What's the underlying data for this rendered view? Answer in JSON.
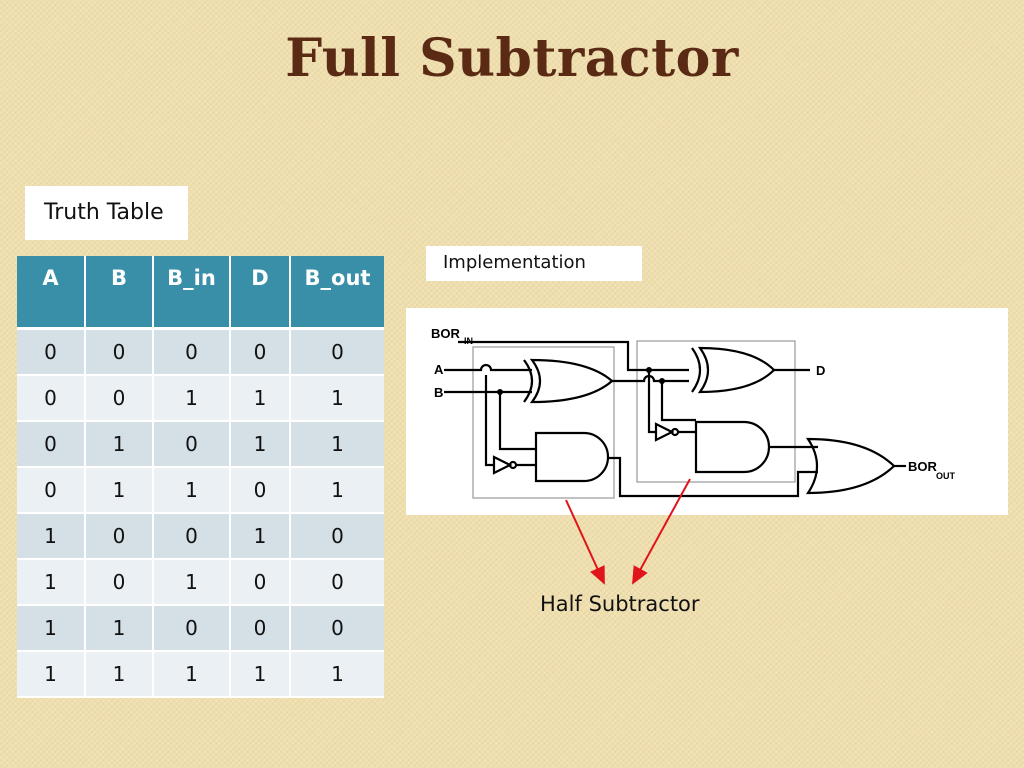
{
  "slide": {
    "title": "Full Subtractor",
    "truth_table_label": "Truth Table",
    "implementation_label": "Implementation",
    "half_subtractor_label": "Half Subtractor"
  },
  "truth_table": {
    "headers": [
      "A",
      "B",
      "B_in",
      "D",
      "B_out"
    ],
    "rows": [
      [
        "0",
        "0",
        "0",
        "0",
        "0"
      ],
      [
        "0",
        "0",
        "1",
        "1",
        "1"
      ],
      [
        "0",
        "1",
        "0",
        "1",
        "1"
      ],
      [
        "0",
        "1",
        "1",
        "0",
        "1"
      ],
      [
        "1",
        "0",
        "0",
        "1",
        "0"
      ],
      [
        "1",
        "0",
        "1",
        "0",
        "0"
      ],
      [
        "1",
        "1",
        "0",
        "0",
        "0"
      ],
      [
        "1",
        "1",
        "1",
        "1",
        "1"
      ]
    ]
  },
  "circuit": {
    "inputs": {
      "bor_in": "BOR",
      "bor_in_sub": "IN",
      "a": "A",
      "b": "B"
    },
    "outputs": {
      "d": "D",
      "bor_out": "BOR",
      "bor_out_sub": "OUT"
    }
  },
  "colors": {
    "title": "#5a2a14",
    "table_header": "#3a8fa8",
    "row_odd": "#d4dfe6",
    "row_even": "#eaf0f3",
    "arrow": "#e0141b",
    "background": "#efdfae"
  }
}
